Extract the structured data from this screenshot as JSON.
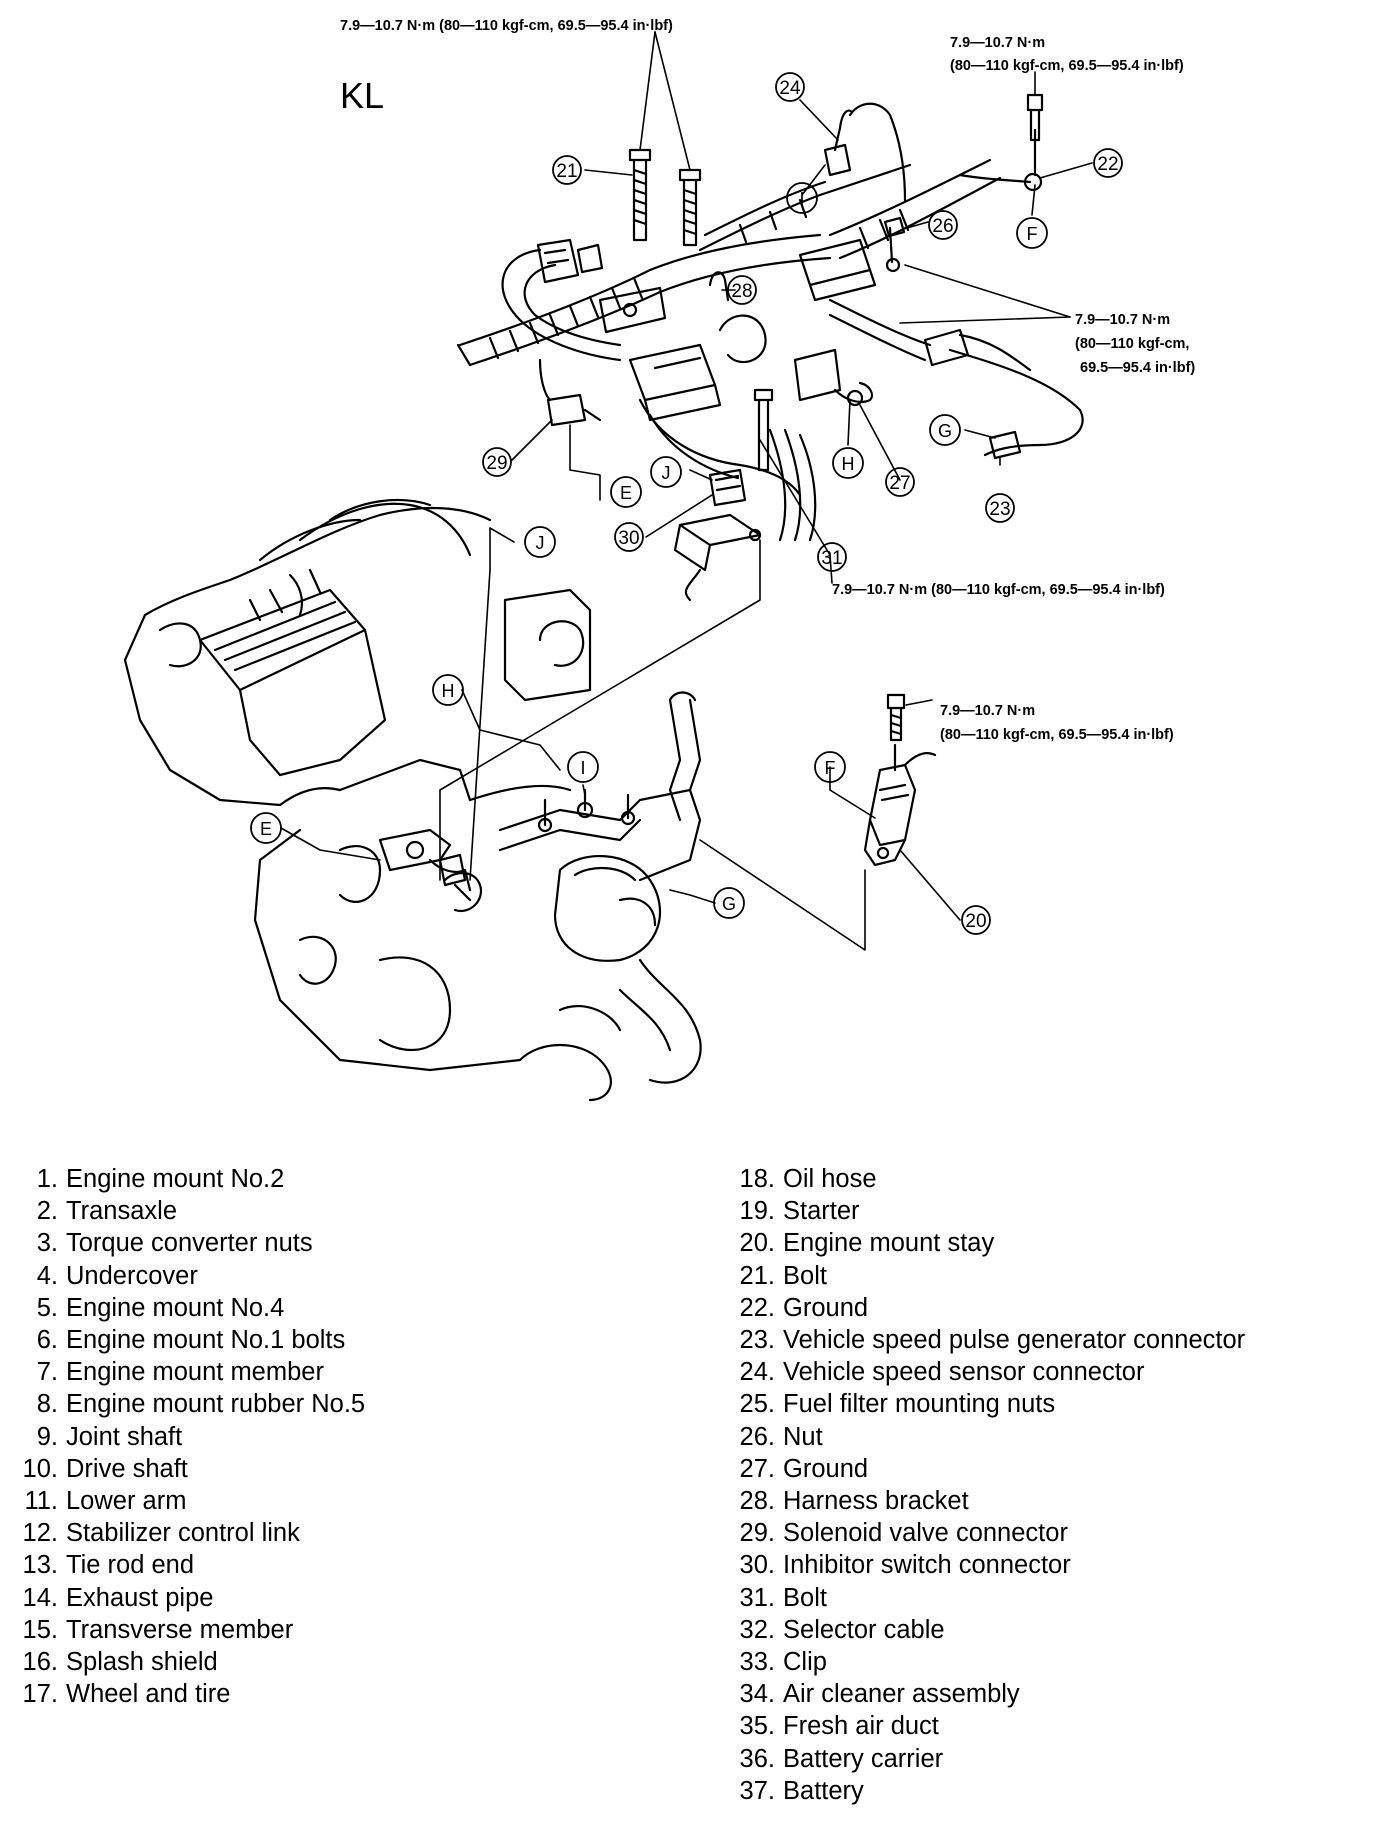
{
  "model_label": "KL",
  "torque": {
    "top_center": "7.9—10.7 N·m (80—110 kgf-cm, 69.5—95.4 in·lbf)",
    "top_right_line1": "7.9—10.7 N·m",
    "top_right_line2": "(80—110 kgf-cm, 69.5—95.4 in·lbf)",
    "mid_right_line1": "7.9—10.7 N·m",
    "mid_right_line2": "(80—110 kgf-cm,",
    "mid_right_line3": "69.5—95.4 in·lbf)",
    "bottom_harness": "7.9—10.7 N·m (80—110 kgf-cm, 69.5—95.4 in·lbf)",
    "mount_stay_line1": "7.9—10.7 N·m",
    "mount_stay_line2": "(80—110 kgf-cm, 69.5—95.4 in·lbf)"
  },
  "callouts": {
    "n20": "20",
    "n21": "21",
    "n22": "22",
    "n23": "23",
    "n24": "24",
    "n26": "26",
    "n27": "27",
    "n28": "28",
    "n29": "29",
    "n30": "30",
    "n31": "31"
  },
  "letters": {
    "E": "E",
    "F": "F",
    "G": "G",
    "H": "H",
    "I": "I",
    "J": "J"
  },
  "parts_left": [
    {
      "num": "1.",
      "name": "Engine mount No.2"
    },
    {
      "num": "2.",
      "name": "Transaxle"
    },
    {
      "num": "3.",
      "name": "Torque converter nuts"
    },
    {
      "num": "4.",
      "name": "Undercover"
    },
    {
      "num": "5.",
      "name": "Engine mount No.4"
    },
    {
      "num": "6.",
      "name": "Engine mount No.1 bolts"
    },
    {
      "num": "7.",
      "name": "Engine mount member"
    },
    {
      "num": "8.",
      "name": "Engine mount rubber No.5"
    },
    {
      "num": "9.",
      "name": "Joint shaft"
    },
    {
      "num": "10.",
      "name": "Drive shaft"
    },
    {
      "num": "11.",
      "name": "Lower arm"
    },
    {
      "num": "12.",
      "name": "Stabilizer control link"
    },
    {
      "num": "13.",
      "name": "Tie rod end"
    },
    {
      "num": "14.",
      "name": "Exhaust pipe"
    },
    {
      "num": "15.",
      "name": "Transverse member"
    },
    {
      "num": "16.",
      "name": "Splash shield"
    },
    {
      "num": "17.",
      "name": "Wheel and tire"
    }
  ],
  "parts_right": [
    {
      "num": "18.",
      "name": "Oil hose"
    },
    {
      "num": "19.",
      "name": "Starter"
    },
    {
      "num": "20.",
      "name": "Engine mount stay"
    },
    {
      "num": "21.",
      "name": "Bolt"
    },
    {
      "num": "22.",
      "name": "Ground"
    },
    {
      "num": "23.",
      "name": "Vehicle speed pulse generator connector"
    },
    {
      "num": "24.",
      "name": "Vehicle speed sensor connector"
    },
    {
      "num": "25.",
      "name": "Fuel filter mounting nuts"
    },
    {
      "num": "26.",
      "name": "Nut"
    },
    {
      "num": "27.",
      "name": "Ground"
    },
    {
      "num": "28.",
      "name": "Harness bracket"
    },
    {
      "num": "29.",
      "name": "Solenoid valve connector"
    },
    {
      "num": "30.",
      "name": "Inhibitor switch connector"
    },
    {
      "num": "31.",
      "name": "Bolt"
    },
    {
      "num": "32.",
      "name": "Selector cable"
    },
    {
      "num": "33.",
      "name": "Clip"
    },
    {
      "num": "34.",
      "name": "Air cleaner assembly"
    },
    {
      "num": "35.",
      "name": "Fresh air duct"
    },
    {
      "num": "36.",
      "name": "Battery carrier"
    },
    {
      "num": "37.",
      "name": "Battery"
    }
  ]
}
